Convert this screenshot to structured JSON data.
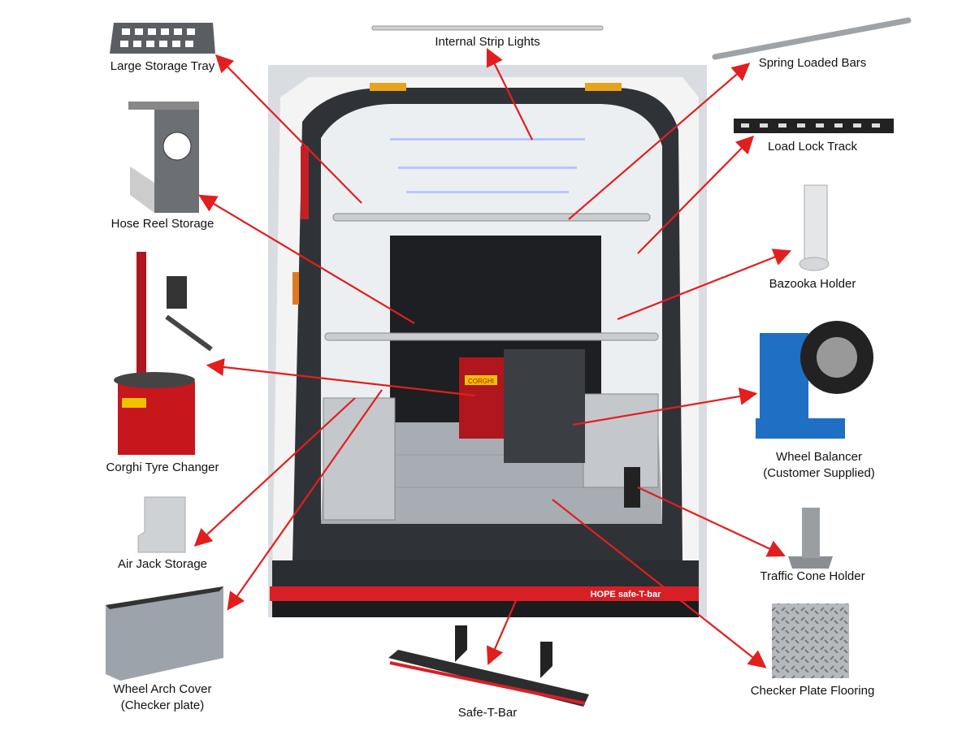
{
  "title": "Van fit-out components",
  "labels": {
    "large_storage_tray": "Large Storage Tray",
    "internal_strip_lights": "Internal Strip Lights",
    "spring_loaded_bars": "Spring Loaded Bars",
    "load_lock_track": "Load Lock Track",
    "hose_reel_storage": "Hose Reel Storage",
    "bazooka_holder": "Bazooka Holder",
    "corghi_tyre_changer": "Corghi Tyre Changer",
    "wheel_balancer_line1": "Wheel Balancer",
    "wheel_balancer_line2": "(Customer Supplied)",
    "air_jack_storage": "Air Jack Storage",
    "traffic_cone_holder": "Traffic Cone Holder",
    "wheel_arch_cover_line1": "Wheel Arch Cover",
    "wheel_arch_cover_line2": "(Checker plate)",
    "checker_plate_flooring": "Checker Plate Flooring",
    "safe_t_bar": "Safe-T-Bar"
  },
  "photo_text": {
    "bumper_brand": "HOPE safe-T-bar",
    "corghi_badge": "CORGHI"
  },
  "colors": {
    "arrow": "#e31e1e",
    "bumper_red": "#d81f26",
    "tyre_changer_red": "#c8161d",
    "balancer_blue": "#1f6fc4"
  }
}
